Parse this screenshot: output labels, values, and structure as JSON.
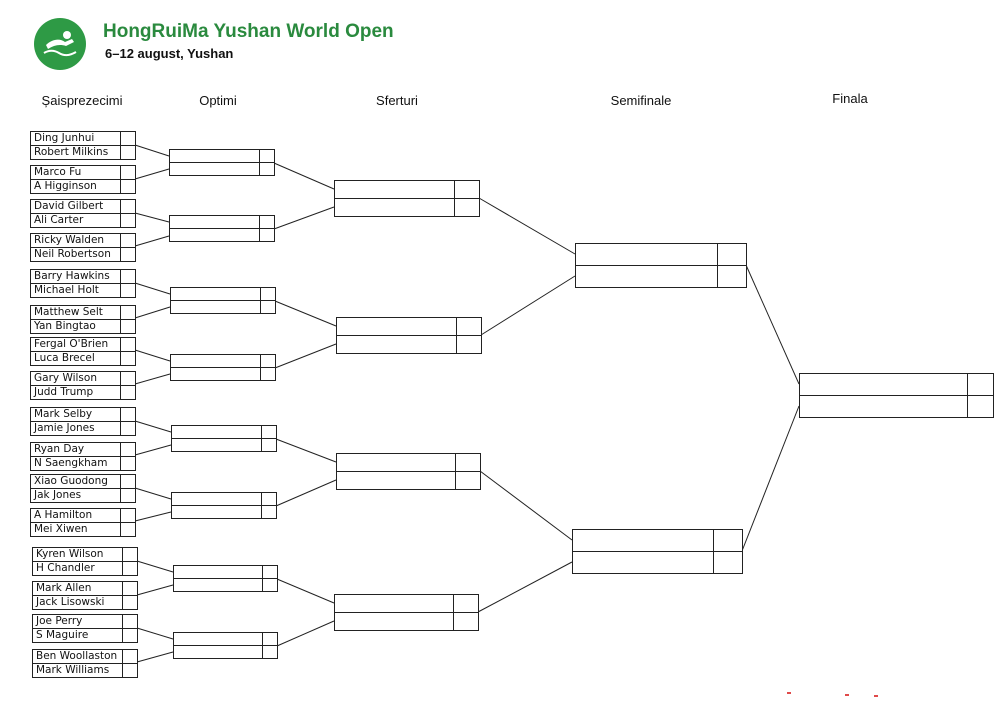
{
  "header": {
    "title": "HongRuiMa Yushan World Open",
    "subtitle": "6–12 august, Yushan",
    "brand_color": "#2e9a45"
  },
  "rounds": [
    "Șaisprezecimi",
    "Optimi",
    "Sferturi",
    "Semifinale",
    "Finala"
  ],
  "last32": [
    [
      "Ding Junhui",
      "Robert Milkins"
    ],
    [
      "Marco Fu",
      "A Higginson"
    ],
    [
      "David Gilbert",
      "Ali Carter"
    ],
    [
      "Ricky Walden",
      "Neil Robertson"
    ],
    [
      "Barry Hawkins",
      "Michael Holt"
    ],
    [
      "Matthew Selt",
      "Yan Bingtao"
    ],
    [
      "Fergal O'Brien",
      "Luca Brecel"
    ],
    [
      "Gary Wilson",
      "Judd Trump"
    ],
    [
      "Mark Selby",
      "Jamie Jones"
    ],
    [
      "Ryan Day",
      "N Saengkham"
    ],
    [
      "Xiao Guodong",
      "Jak Jones"
    ],
    [
      "A Hamilton",
      "Mei Xiwen"
    ],
    [
      "Kyren Wilson",
      "H Chandler"
    ],
    [
      "Mark Allen",
      "Jack Lisowski"
    ],
    [
      "Joe Perry",
      "S Maguire"
    ],
    [
      "Ben Woollaston",
      "Mark Williams"
    ]
  ]
}
